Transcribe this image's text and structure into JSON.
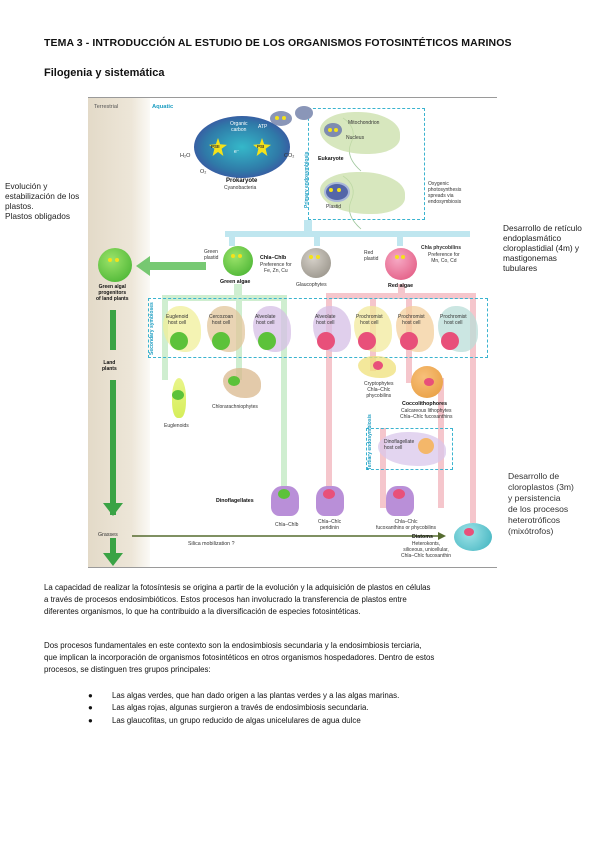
{
  "header": {
    "title": "TEMA 3 - INTRODUCCIÓN AL ESTUDIO DE LOS ORGANISMOS FOTOSINTÉTICOS MARINOS",
    "subtitle": "Filogenia y sistemática"
  },
  "side_notes": {
    "left": [
      "Evolución y",
      "estabilización de los",
      "plastos.",
      "Plastos obligados"
    ],
    "right_top": [
      "Desarrollo de retículo",
      "endoplasmático",
      "cloroplastidial (4m) y",
      "mastigonemas",
      "tubulares"
    ],
    "right_bottom": [
      "Desarrollo de",
      "cloroplastos (3m)",
      "y persistencia",
      "de los procesos",
      "heterotróficos",
      "(mixótrofos)"
    ]
  },
  "figure": {
    "columns": {
      "terrestrial": "Terrestrial",
      "aquatic": "Aquatic"
    },
    "prokaryote": {
      "title": "Prokaryote",
      "subtitle": "Cyanobacteria",
      "organic_carbon": [
        "Organic",
        "carbon"
      ],
      "atp": "ATP",
      "psii": [
        "PSII",
        "Chl a"
      ],
      "psi": [
        "PSI",
        "Chl a"
      ],
      "electron": "e⁻",
      "h2o": "H₂O",
      "co2": "CO₂",
      "o2": "O₂"
    },
    "eukaryote": {
      "mitochondrion": "Mitochondrion",
      "nucleus": "Nucleus",
      "title": "Eukaryote",
      "plastid": "Plastid"
    },
    "primary_label": [
      "Primary",
      "endosymbiosis"
    ],
    "oxygenic_note": [
      "Oxygenic",
      "photosynthesis",
      "spreads via",
      "endosymbiosis"
    ],
    "green_algae": {
      "name": "Green algae",
      "plastid_label": [
        "Green",
        "plastid"
      ],
      "pigments": "Chla–Chlb",
      "preference": [
        "Preference for",
        "Fe, Zn, Cu"
      ]
    },
    "glaucophytes": "Glaucophytes",
    "red_algae": {
      "name": "Red algae",
      "plastid_label": [
        "Red",
        "plastid"
      ],
      "pigments": "Chla phycobilins",
      "preference": [
        "Preference for",
        "Mn, Co, Cd"
      ]
    },
    "green_progenitors": [
      "Green algal",
      "progenitors",
      "of land plants"
    ],
    "land_plants": [
      "Land",
      "plants"
    ],
    "grasses": "Grasses",
    "secondary_label": [
      "Secondary",
      "symbioses"
    ],
    "hosts": [
      {
        "name": [
          "Euglenoid",
          "host cell"
        ],
        "type": "green"
      },
      {
        "name": [
          "Cercozoan",
          "host cell"
        ],
        "type": "green"
      },
      {
        "name": [
          "Alveolate",
          "host cell"
        ],
        "type": "green"
      },
      {
        "name": [
          "Alveolate",
          "host cell"
        ],
        "type": "red"
      },
      {
        "name": [
          "Prochromist",
          "host cell"
        ],
        "type": "red"
      },
      {
        "name": [
          "Prochromist",
          "host cell"
        ],
        "type": "red"
      },
      {
        "name": [
          "Prochromist",
          "host cell"
        ],
        "type": "red"
      }
    ],
    "euglenoids": "Euglenoids",
    "chlorarachniophytes": "Chlorarachniophytes",
    "cryptophytes": [
      "Cryptophytes",
      "Chla–Chlc",
      "phycobilins"
    ],
    "coccolithophores": {
      "name": "Coccolithophores",
      "lines": [
        "Calcareous lithophytes",
        "Chla–Chlc fucoxanthins"
      ]
    },
    "tertiary_label": [
      "Tertiary",
      "endosymbiosis"
    ],
    "dinoflagellate_host": [
      "Dinoflagellate",
      "host cell"
    ],
    "dinoflagellates": "Dinoflagellates",
    "dino_variants": [
      {
        "label": [
          "Chla–Chlb"
        ]
      },
      {
        "label": [
          "Chla–Chlc",
          "peridinin"
        ]
      },
      {
        "label": [
          "Chla–Chlc",
          "fucoxanthins or phycobilins"
        ]
      }
    ],
    "diatoms": {
      "name": "Diatoms",
      "lines": [
        "Heterokonts,",
        "siliceous, unicellular,",
        "Chla–Chlc fucoxanthin"
      ]
    },
    "silica": "Silica mobilization ?"
  },
  "paragraphs": [
    [
      "La capacidad de realizar la fotosíntesis se origina a partir de la evolución y la adquisición de plastos en células",
      "a través de procesos endosimbióticos. Estos procesos han involucrado la transferencia de plastos entre",
      "diferentes organismos, lo que ha contribuido a la diversificación de especies fotosintéticas."
    ],
    [
      "Dos procesos fundamentales en este contexto son la endosimbiosis secundaria y la endosimbiosis terciaria,",
      "que implican la incorporación de organismos fotosintéticos en otros organismos hospedadores. Dentro de estos",
      "procesos, se distinguen tres grupos principales:"
    ]
  ],
  "bullets": [
    "Las algas verdes, que han dado origen a las plantas verdes y a las algas marinas.",
    "Las algas rojas, algunas surgieron a través de endosimbiosis secundaria.",
    "Las glaucofitas, un grupo reducido de algas unicelulares de agua dulce"
  ],
  "bullet_glyph": "●",
  "colors": {
    "green": "#5cc23a",
    "red": "#e8507a",
    "cyan": "#3ab3cf",
    "land_green": "#3aa345",
    "pink_line": "#f5c6cc",
    "light_green_line": "#cfeed0",
    "blue_line": "#bfe6ef"
  }
}
